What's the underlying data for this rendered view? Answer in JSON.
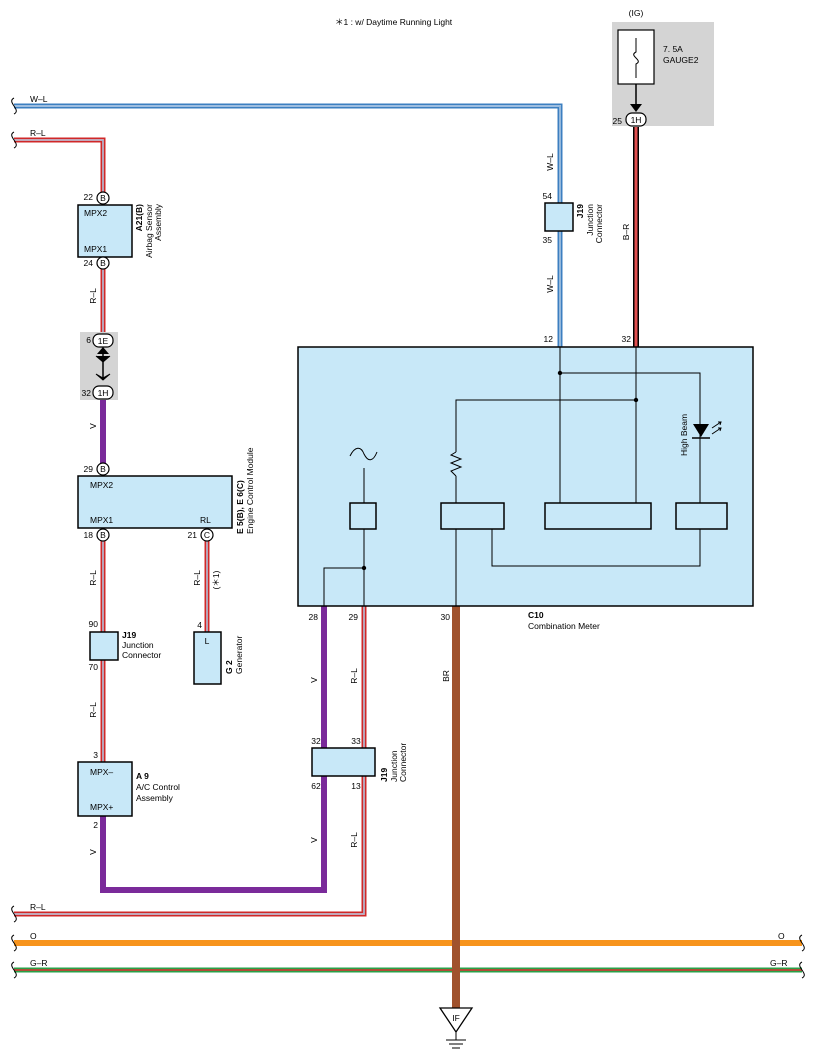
{
  "note": "＊1 : w/ Daytime Running Light",
  "fuse": {
    "source": "(IG)",
    "rating": "7. 5A",
    "name": "GAUGE2",
    "connector": "1H",
    "pin": "25"
  },
  "bus_wires": [
    {
      "label": "W–L",
      "color": "#5aa0d8"
    },
    {
      "label": "R–L",
      "color": "#e03030"
    },
    {
      "label": "R–L",
      "color": "#e03030"
    },
    {
      "label": "O",
      "color": "#f7941d"
    },
    {
      "label": "G–R",
      "color": "#2aa048"
    }
  ],
  "wire_labels": {
    "wl_upper": "W–L",
    "wl_lower": "W–L",
    "br": "B–R",
    "rl_a21": "R–L",
    "v_1h": "V",
    "rl_e5": "R–L",
    "rl_gen": "R–L",
    "dr1": "(＊1)",
    "rl_j19": "R–L",
    "v_a9": "V",
    "v_28": "V",
    "rl_29": "R–L",
    "br_30": "BR",
    "v_62": "V",
    "rl_13": "R–L",
    "o_right": "O",
    "gr_right": "G–R"
  },
  "airbag": {
    "code": "A21(B)",
    "name_line1": "Airbag Sensor",
    "name_line2": "Assembly",
    "pin_top": "22",
    "pin_top_conn": "B",
    "term_top": "MPX2",
    "term_bottom": "MPX1",
    "pin_bottom": "24",
    "pin_bottom_conn": "B"
  },
  "jc_1e_1h": {
    "pin_top": "6",
    "conn_top": "1E",
    "pin_bottom": "32",
    "conn_bottom": "1H"
  },
  "ecm": {
    "code": "E 5(B), E 6(C)",
    "name": "Engine Control Module",
    "pin_top": "29",
    "pin_top_conn": "B",
    "term_top": "MPX2",
    "term_bl": "MPX1",
    "term_br": "RL",
    "pin_bl": "18",
    "pin_bl_conn": "B",
    "pin_br": "21",
    "pin_br_conn": "C"
  },
  "j19_top": {
    "code": "J19",
    "line1": "Junction",
    "line2": "Connector",
    "pin_top": "54",
    "pin_bottom": "35"
  },
  "j19_left": {
    "code": "J19",
    "line1": "Junction",
    "line2": "Connector",
    "pin_top": "90",
    "pin_bottom": "70"
  },
  "j19_bottom": {
    "code": "J19",
    "line1": "Junction",
    "line2": "Connector",
    "pin_tl": "32",
    "pin_tr": "33",
    "pin_bl": "62",
    "pin_br": "13"
  },
  "generator": {
    "code": "G 2",
    "name": "Generator",
    "pin": "4",
    "term": "L"
  },
  "ac": {
    "code": "A 9",
    "name_line1": "A/C Control",
    "name_line2": "Assembly",
    "pin_top": "3",
    "term_top": "MPX–",
    "term_bottom": "MPX+",
    "pin_bottom": "2"
  },
  "meter": {
    "code": "C10",
    "name": "Combination Meter",
    "pin_12": "12",
    "pin_32": "32",
    "pin_28": "28",
    "pin_29": "29",
    "pin_30": "30",
    "high_beam": "High Beam"
  },
  "ground": {
    "label": "IF"
  }
}
